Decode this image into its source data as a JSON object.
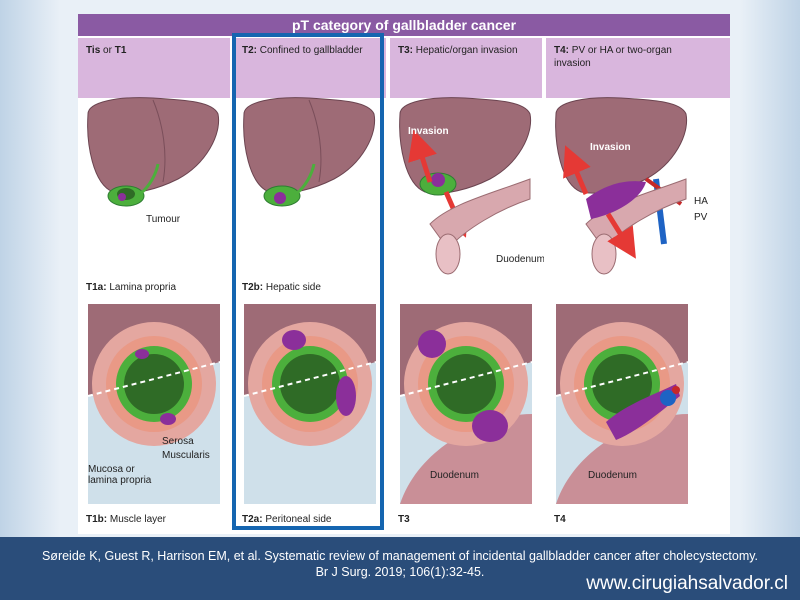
{
  "figure": {
    "title": "pT category of gallbladder cancer",
    "columns": [
      {
        "code": "Tis",
        "sep": " or ",
        "code2": "T1",
        "desc": ""
      },
      {
        "code": "T2:",
        "sep": "",
        "code2": "",
        "desc": " Confined to gallbladder"
      },
      {
        "code": "T3:",
        "sep": "",
        "code2": "",
        "desc": " Hepatic/organ invasion"
      },
      {
        "code": "T4:",
        "sep": "",
        "code2": "",
        "desc": " PV or HA or two-organ invasion"
      }
    ],
    "mid_labels": [
      {
        "code": "T1a:",
        "desc": " Lamina propria"
      },
      {
        "code": "T2b:",
        "desc": " Hepatic side"
      }
    ],
    "bottom_labels": [
      {
        "code": "T1b:",
        "desc": " Muscle layer"
      },
      {
        "code": "T2a:",
        "desc": " Peritoneal side"
      },
      {
        "code": "T3",
        "desc": ""
      },
      {
        "code": "T4",
        "desc": ""
      }
    ],
    "annotations": {
      "tumour": "Tumour",
      "invasion": "Invasion",
      "duodenum": "Duodenum",
      "ha": "HA",
      "pv": "PV",
      "serosa": "Serosa",
      "muscularis": "Muscularis",
      "mucosa": "Mucosa or lamina propria"
    },
    "colors": {
      "header": "#8a5aa3",
      "column_header": "#d9b6dd",
      "liver": "#9e6b76",
      "gallbladder": "#4caf3c",
      "tumour": "#8b2f9a",
      "arrow": "#e53935",
      "highlight": "#1565b0"
    }
  },
  "citation": {
    "text": "Søreide K, Guest R, Harrison EM, et al. Systematic review of management of incidental gallbladder cancer after cholecystectomy. Br J Surg. 2019; 106(1):32-45."
  },
  "website": "www.cirugiahsalvador.cl"
}
